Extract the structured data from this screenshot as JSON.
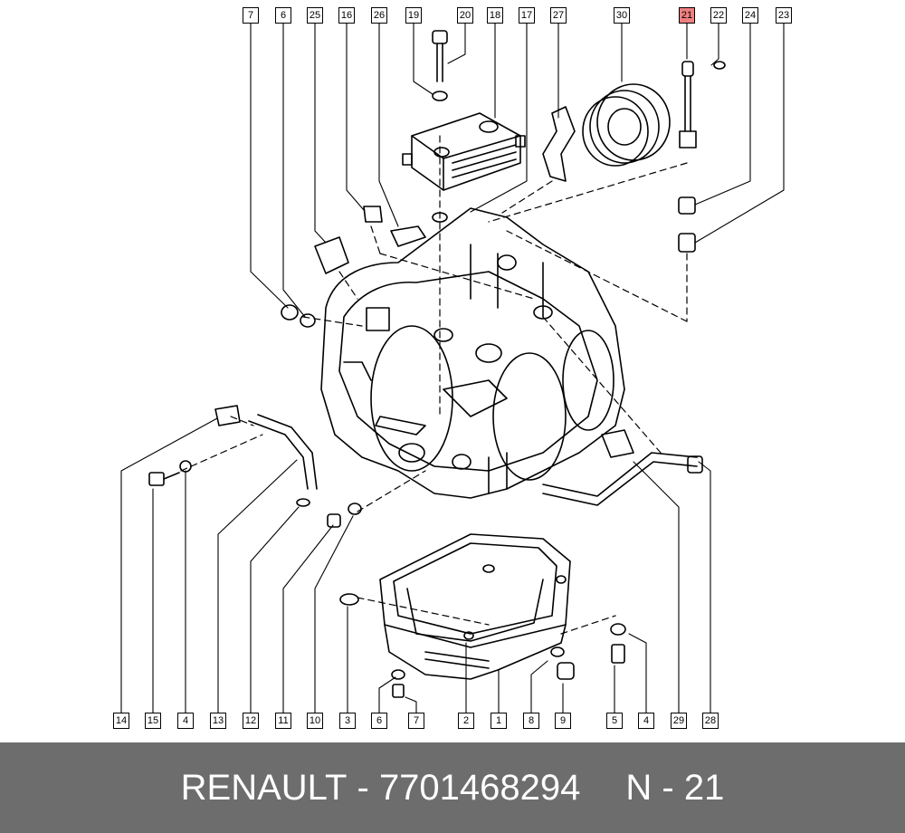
{
  "callouts_top": [
    "7",
    "6",
    "25",
    "16",
    "26",
    "19",
    "20",
    "18",
    "17",
    "27",
    "30",
    "21",
    "22",
    "24",
    "23"
  ],
  "callouts_bottom": [
    "14",
    "15",
    "4",
    "13",
    "12",
    "11",
    "10",
    "3",
    "6",
    "7",
    "2",
    "1",
    "8",
    "9",
    "5",
    "4",
    "29",
    "28"
  ],
  "highlighted_callout": "21",
  "highlight_color": "#f08080",
  "footer": {
    "brand": "RENAULT",
    "separator": " - ",
    "part_number": "7701468294",
    "ref": "N - 21",
    "background": "#6d6d6d"
  }
}
